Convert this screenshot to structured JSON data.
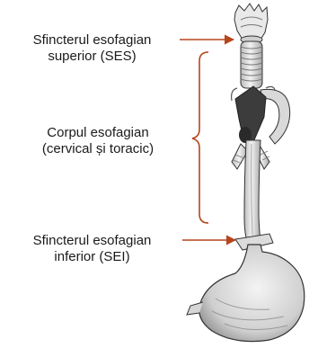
{
  "labels": {
    "ses": {
      "line1": "Sfincterul esofagian",
      "line2": "superior (SES)"
    },
    "corp": {
      "line1": "Corpul esofagian",
      "line2": "(cervical și toracic)"
    },
    "sei": {
      "line1": "Sfincterul esofagian",
      "line2": "inferior (SEI)"
    }
  },
  "colors": {
    "annotation": "#b5461c",
    "outline": "#333333",
    "tissue": "#e6e6e6",
    "shade": "#9a9a9a",
    "dark": "#3c3c3c"
  }
}
